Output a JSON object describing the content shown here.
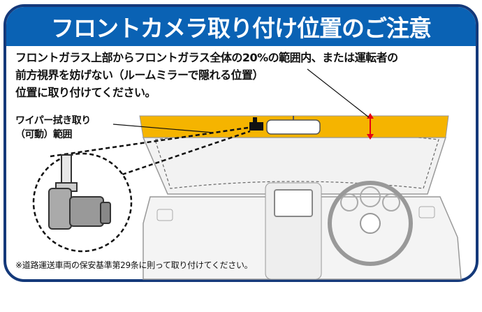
{
  "header": {
    "title": "フロントカメラ取り付け位置のご注意"
  },
  "description": {
    "lines": [
      "フロントガラス上部からフロントガラス全体の20%の範囲内、または運転者の",
      "前方視界を妨げない（ルームミラーで隠れる位置）",
      "位置に取り付けてください。"
    ]
  },
  "wiper_label": {
    "lines": [
      "ワイパー拭き取り",
      "（可動）範囲"
    ]
  },
  "footnote": "※道路運送車両の保安基準第29条に則って取り付けてください。",
  "colors": {
    "header": "#0a62b4",
    "border": "#14397a",
    "band": "#f5b400",
    "arrow": "#e60012"
  }
}
